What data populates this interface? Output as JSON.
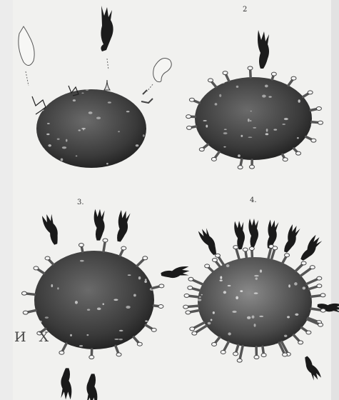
{
  "figure": {
    "panel_numbers": [
      "2",
      "3.",
      "4."
    ],
    "caption_text": "И Х"
  },
  "colors": {
    "cell_body": "#3a3a3a",
    "cell_texture": "#d8d8d8",
    "dark_sperm": "#1c1c1c",
    "paper": "#f1f1ef"
  }
}
